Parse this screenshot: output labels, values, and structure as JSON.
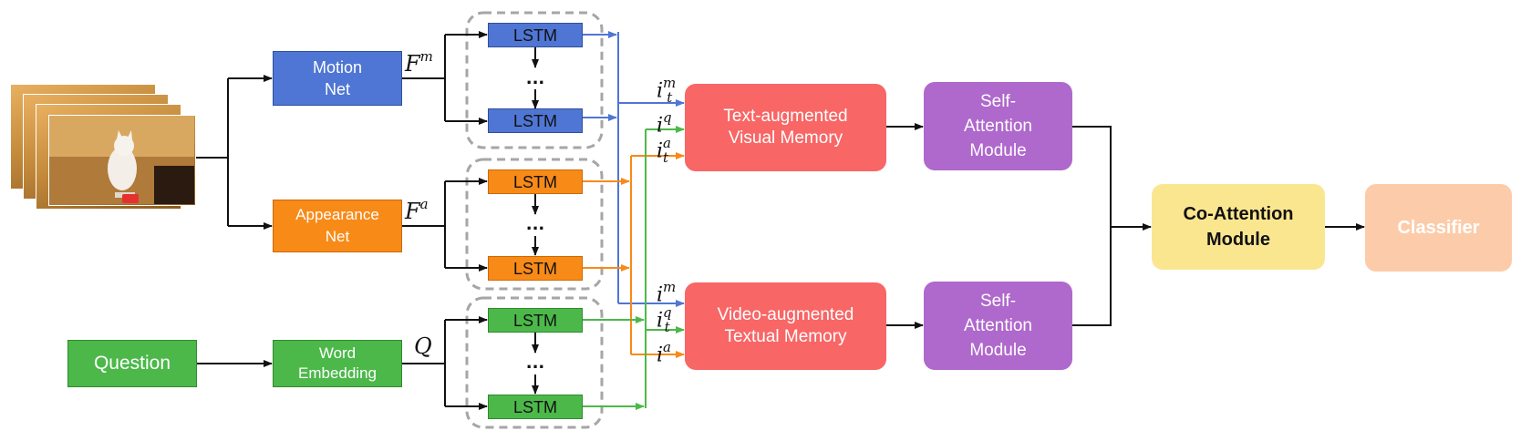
{
  "nodes": {
    "motion_net": "Motion\nNet",
    "appearance_net": "Appearance\nNet",
    "question": "Question",
    "word_embedding": "Word\nEmbedding",
    "lstm": "LSTM",
    "ellipsis": "...",
    "text_aug_memory": "Text-augmented\nVisual Memory",
    "video_aug_memory": "Video-augmented\nTextual Memory",
    "self_attention": "Self-\nAttention\nModule",
    "co_attention": "Co-Attention\nModule",
    "classifier": "Classifier"
  },
  "labels": {
    "F": "F",
    "Q": "Q",
    "i": "i",
    "sup_m": "m",
    "sup_a": "a",
    "sup_q": "q",
    "sub_t": "t"
  },
  "colors": {
    "motion": "#4f76d4",
    "appearance": "#f88a18",
    "text": "#4cb84a",
    "memory": "#f86666",
    "self_attention": "#af68cc",
    "co_attention": "#fbe690",
    "classifier": "#fcccaa"
  },
  "icons": [
    "video-frames-image",
    "cat-photo"
  ]
}
